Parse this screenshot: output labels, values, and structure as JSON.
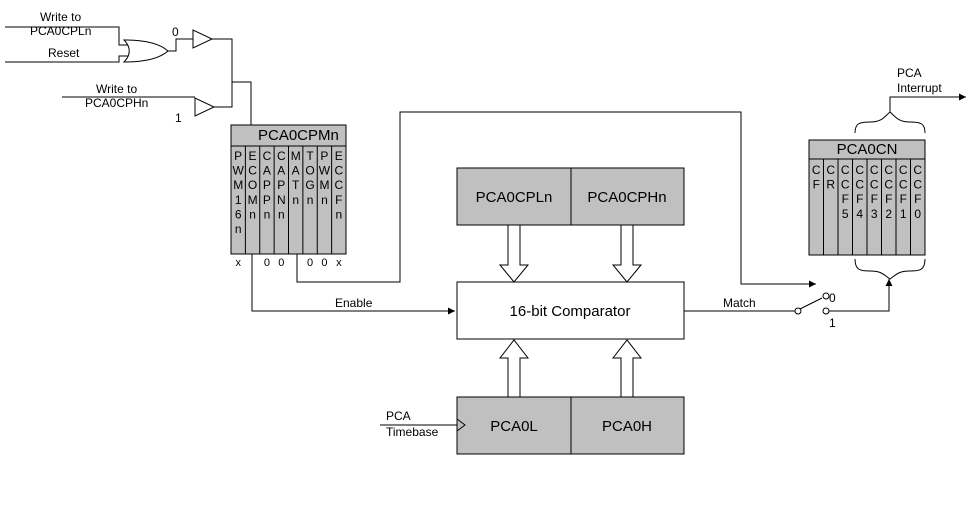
{
  "inputs": {
    "write_cpl_line1": "Write to",
    "write_cpl_line2": "PCA0CPLn",
    "reset": "Reset",
    "write_cph_line1": "Write to",
    "write_cph_line2": "PCA0CPHn",
    "buf0_value": "0",
    "buf1_value": "1"
  },
  "pca0cpmn": {
    "title": "PCA0CPMn",
    "bits": [
      {
        "label": "PWM16n",
        "reset": "x"
      },
      {
        "label": "ECOMn",
        "reset": ""
      },
      {
        "label": "CAPPn",
        "reset": "0"
      },
      {
        "label": "CAPNn",
        "reset": "0"
      },
      {
        "label": "MATn",
        "reset": ""
      },
      {
        "label": "TOGn",
        "reset": "0"
      },
      {
        "label": "PWMn",
        "reset": "0"
      },
      {
        "label": "ECCFn",
        "reset": "x"
      }
    ]
  },
  "pca0cn": {
    "title": "PCA0CN",
    "bits": [
      "CF",
      "CR",
      "CCF5",
      "CCF4",
      "CCF3",
      "CCF2",
      "CCF1",
      "CCF0"
    ]
  },
  "blocks": {
    "cpl": "PCA0CPLn",
    "cph": "PCA0CPHn",
    "comparator": "16-bit Comparator",
    "l": "PCA0L",
    "h": "PCA0H"
  },
  "signals": {
    "enable": "Enable",
    "match": "Match",
    "switch_0": "0",
    "switch_1": "1",
    "timebase_line1": "PCA",
    "timebase_line2": "Timebase",
    "interrupt_line1": "PCA",
    "interrupt_line2": "Interrupt"
  }
}
